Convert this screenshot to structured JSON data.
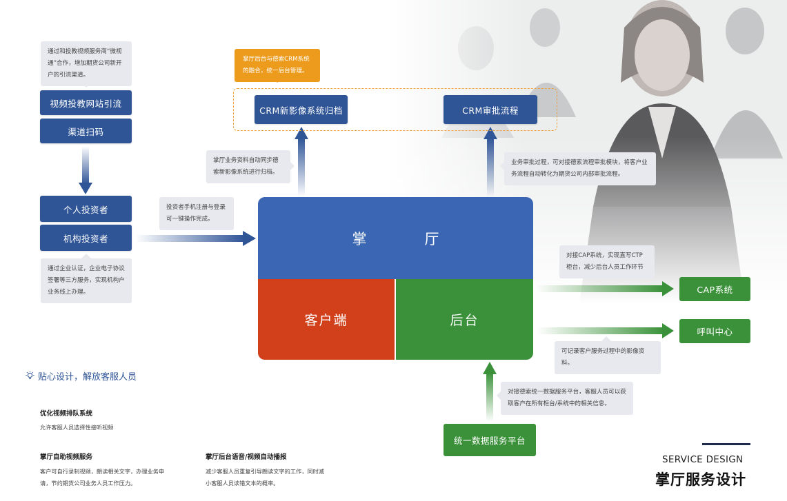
{
  "left": {
    "note_top": "通过和投教视频服务商“微视通”合作，增加期货公司新开户的引流渠道。",
    "btn_video": "视频投教网站引流",
    "btn_scan": "渠道扫码",
    "btn_personal": "个人投资者",
    "btn_institution": "机构投资者",
    "note_bottom": "通过企业认证，企业电子协议签署等三方服务，实现机构户业务线上办理。",
    "note_register": "投资者手机注册与登录可一键操作完成。"
  },
  "top": {
    "note_orange": "掌厅后台与德索CRM系统的融合，统一后台管理。",
    "btn_crm_archive": "CRM新影像系统归档",
    "btn_crm_approve": "CRM审批流程",
    "note_sync": "掌厅业务资料自动同步德索新影像系统进行归档。",
    "note_approve": "业务审批过程，可对接德索流程审批模块，将客户业务流程自动转化为期货公司内部审批流程。"
  },
  "hall": {
    "title_left": "掌",
    "title_right": "厅",
    "client": "客户端",
    "backend": "后台"
  },
  "right": {
    "note_cap": "对接CAP系统，实现直写CTP柜台，减少后台人员工作环节",
    "btn_cap": "CAP系统",
    "btn_call": "呼叫中心",
    "note_call": "可记录客户服务过程中的影像资料。"
  },
  "bottom": {
    "note_data": "对接德索统一数据服务平台，客服人员可以获取客户在所有柜台/系统中的相关信息。",
    "btn_data": "统一数据服务平台"
  },
  "features": {
    "slogan": "贴心设计，解放客服人员",
    "f1_title": "优化视频排队系统",
    "f1_desc": "允许客服人员选择性接听视频",
    "f2_title": "掌厅自助视频服务",
    "f2_desc": "客户可自行录制视频，朗读相关文字，办理业务申请，节约期货公司业务人员工作压力。",
    "f3_title": "掌厅后台语音/视频自动播报",
    "f3_desc": "减少客服人员重复引导朗读文字的工作，同时减小客服人员读错文本的概率。"
  },
  "brand": {
    "en": "SERVICE DESIGN",
    "cn": "掌厅服务设计"
  },
  "colors": {
    "blue": "#2f5597",
    "hall_blue": "#3a66b4",
    "red": "#d1401b",
    "green": "#3a9139",
    "orange": "#ec9b1c",
    "note_gray": "#e7e9ee"
  }
}
